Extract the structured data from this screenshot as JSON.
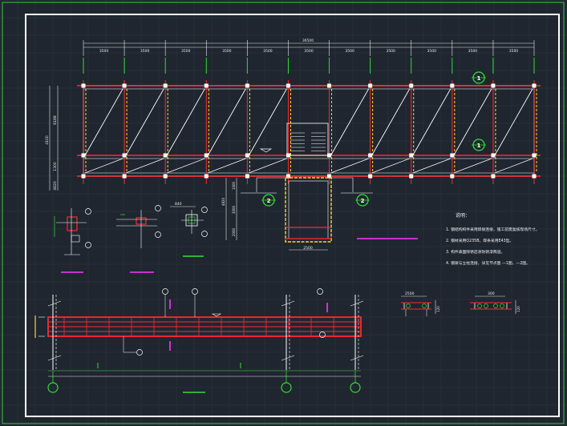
{
  "colors": {
    "background": "#1f2630",
    "grid": "#2b3440",
    "frame": "#ffffff",
    "outer_frame": "#33cc33",
    "beam": "#ff2a2a",
    "brace": "#ffffff",
    "column_dash": "#ffd633",
    "axis_green": "#33dd33",
    "magenta": "#ff33ff",
    "dim": "#e8e8e8"
  },
  "plan": {
    "total_span_label": "36500",
    "bay_labels": [
      "3500",
      "3500",
      "3500",
      "3500",
      "3500",
      "3500",
      "3500",
      "3500",
      "3500",
      "3500",
      "3500"
    ],
    "left_dims": [
      "4100",
      "6188",
      "1300",
      "4820"
    ],
    "section_marks": [
      "1",
      "1",
      "2",
      "2"
    ]
  },
  "stair": {
    "dim_bottom": "2500",
    "dims_left": [
      "3000",
      "1000",
      "4820",
      "2000"
    ]
  },
  "details": {
    "dim_840": "840",
    "dim_b1": "2500",
    "dim_b2": "300",
    "side_b1": "120",
    "side_b2": "120"
  },
  "notes": {
    "title": "说明：",
    "items": [
      "1. 钢结构构件采用焊接连接，施工前需复核现场尺寸。",
      "2. 钢材采用Q235B，焊条采用E43型。",
      "3. 构件表面除锈后涂防锈漆两道。",
      "4. 钢梁与立柱连接，详见节点图 —1图、—2图。"
    ]
  }
}
